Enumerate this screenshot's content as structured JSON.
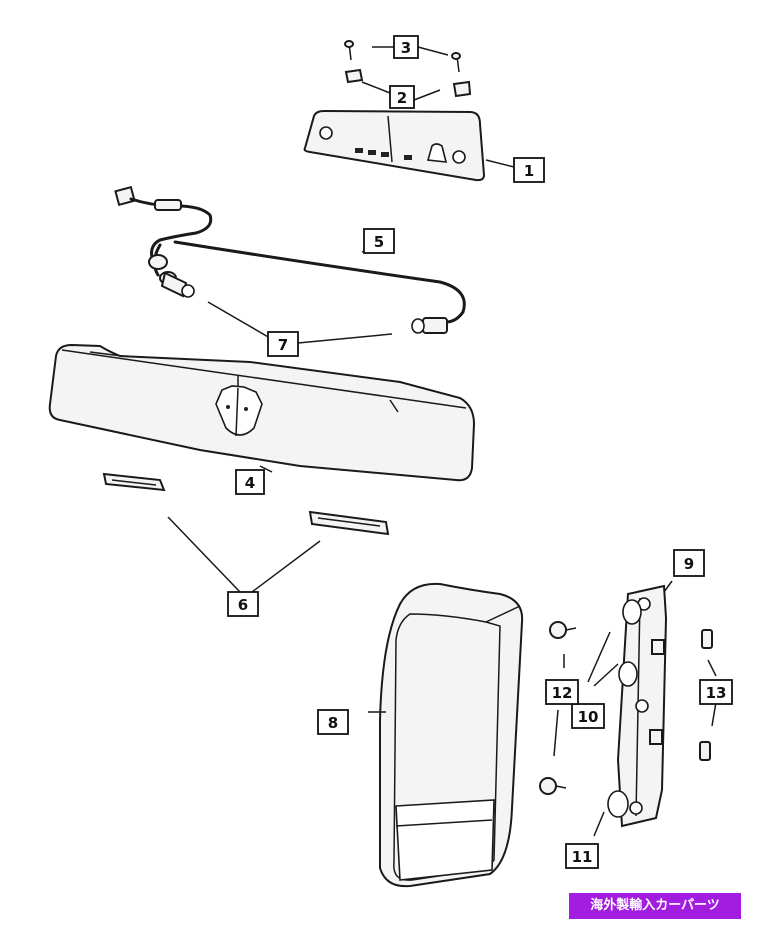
{
  "callouts": {
    "c1": "1",
    "c2": "2",
    "c3": "3",
    "c4": "4",
    "c5": "5",
    "c6": "6",
    "c7": "7",
    "c8": "8",
    "c9": "9",
    "c10": "10",
    "c11": "11",
    "c12": "12",
    "c13": "13"
  },
  "watermark": {
    "text": "海外製輸入カーパーツ",
    "background": "#a21de0",
    "color": "#ffffff"
  }
}
